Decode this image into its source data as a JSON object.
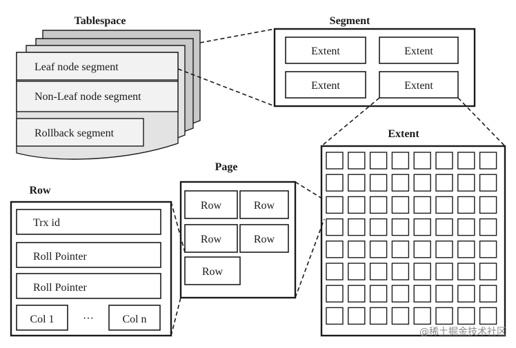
{
  "tablespace": {
    "title": "Tablespace",
    "segments": [
      "Leaf node segment",
      "Non-Leaf node segment",
      "Rollback segment"
    ]
  },
  "segment": {
    "title": "Segment",
    "extents": [
      "Extent",
      "Extent",
      "Extent",
      "Extent"
    ]
  },
  "extent": {
    "title": "Extent",
    "grid_rows": 8,
    "grid_cols": 8
  },
  "page": {
    "title": "Page",
    "rows": [
      "Row",
      "Row",
      "Row",
      "Row",
      "Row"
    ]
  },
  "row": {
    "title": "Row",
    "fields": [
      "Trx id",
      "Roll Pointer",
      "Roll Pointer"
    ],
    "col_first": "Col 1",
    "ellipsis": "···",
    "col_last": "Col n"
  },
  "watermark": "@稀土掘金技术社区"
}
